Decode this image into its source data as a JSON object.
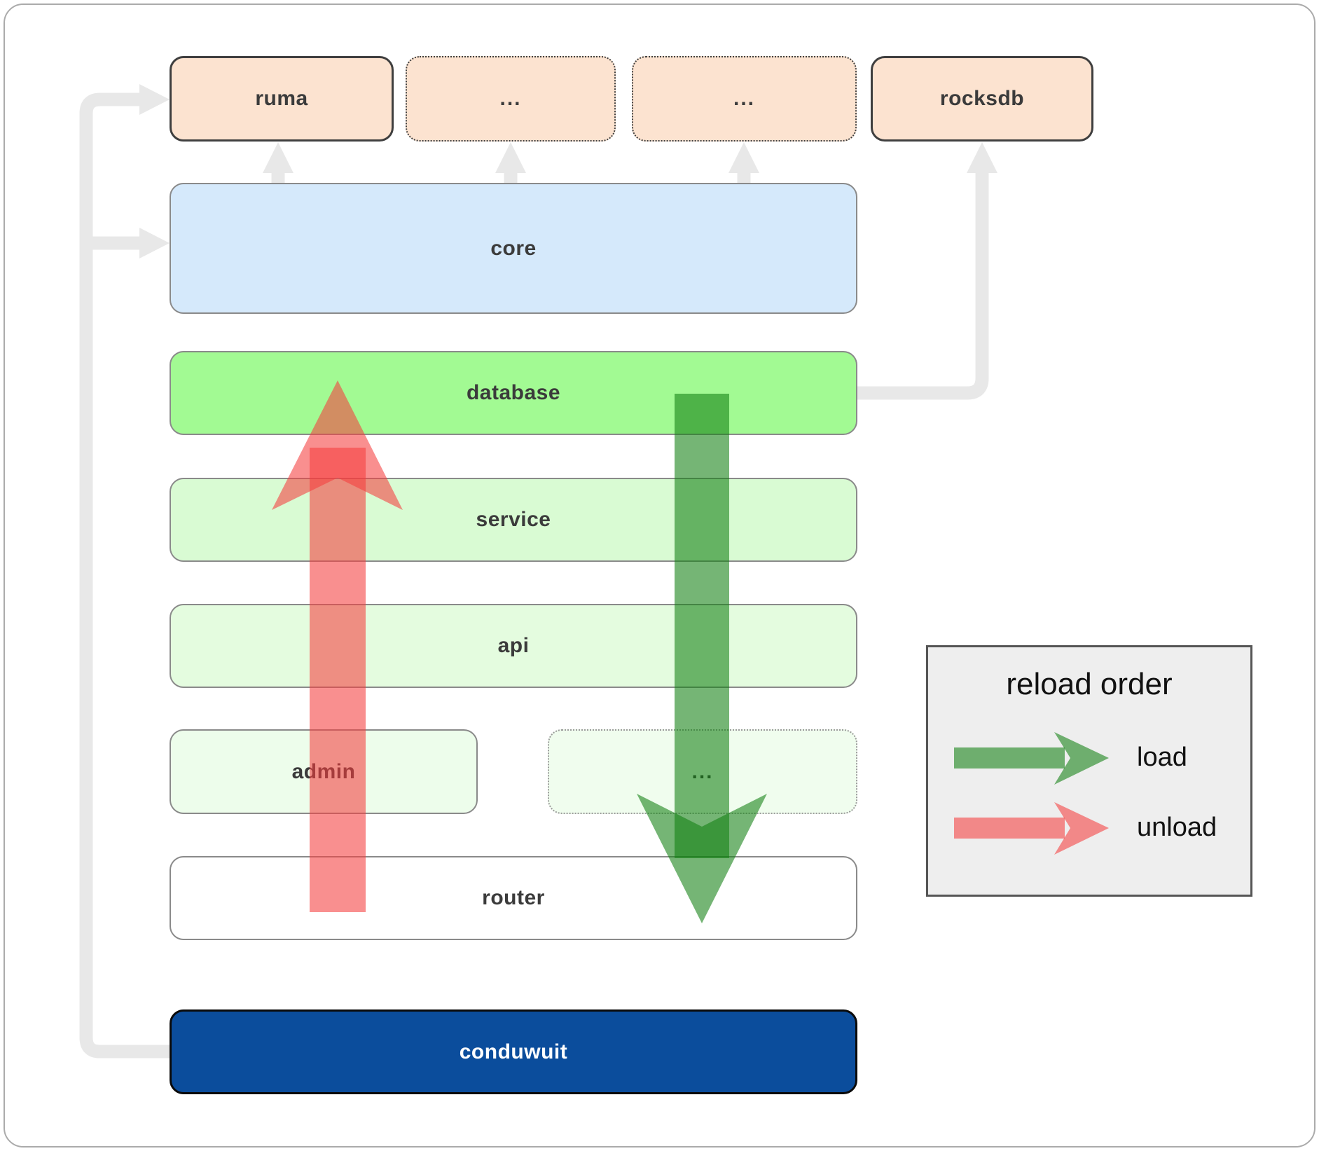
{
  "boxes": {
    "top_row": [
      {
        "label": "ruma",
        "border": "solid"
      },
      {
        "label": "...",
        "border": "dotted"
      },
      {
        "label": "...",
        "border": "dotted"
      },
      {
        "label": "rocksdb",
        "border": "solid"
      }
    ],
    "core": {
      "label": "core"
    },
    "database": {
      "label": "database"
    },
    "service": {
      "label": "service"
    },
    "api": {
      "label": "api"
    },
    "admin": {
      "label": "admin"
    },
    "admin_row_more": {
      "label": "..."
    },
    "router": {
      "label": "router"
    },
    "conduwuit": {
      "label": "conduwuit"
    }
  },
  "legend": {
    "title": "reload order",
    "items": [
      {
        "label": "load",
        "color": "#128012"
      },
      {
        "label": "unload",
        "color": "#f43e3e"
      }
    ]
  },
  "flows": [
    {
      "name": "load",
      "color": "#128012",
      "from": "database",
      "to": "router"
    },
    {
      "name": "unload",
      "color": "#f43e3e",
      "from": "router",
      "to": "database"
    }
  ],
  "connectors": [
    {
      "from": "conduwuit",
      "to": "ruma"
    },
    {
      "from": "conduwuit",
      "to": "core"
    },
    {
      "from": "core",
      "to": "ruma"
    },
    {
      "from": "core",
      "to": "..."
    },
    {
      "from": "core",
      "to": "..."
    },
    {
      "from": "database",
      "to": "rocksdb"
    }
  ],
  "colors": {
    "peach": "#fce3d0",
    "peach-border": "#3f3f3f",
    "blue": "#d5e9fb",
    "bright-green": "#a2fa93",
    "light-green": "#d9fbd3",
    "lighter-green": "#e4fcdf",
    "faint-green": "#edfdeb",
    "faint-green2": "#f0fdee",
    "box-border": "#8a8a8a",
    "router-bg": "#ffffff",
    "conduwuit-bg": "#0b4d9c",
    "conduwuit-border": "#0a0a0a",
    "text": "#3b3b3b",
    "gray-line": "#e8e8e8",
    "legend-bg": "#eeeeee",
    "legend-border": "#555555",
    "load-green": "#128012",
    "unload-red": "#f43e3e"
  }
}
